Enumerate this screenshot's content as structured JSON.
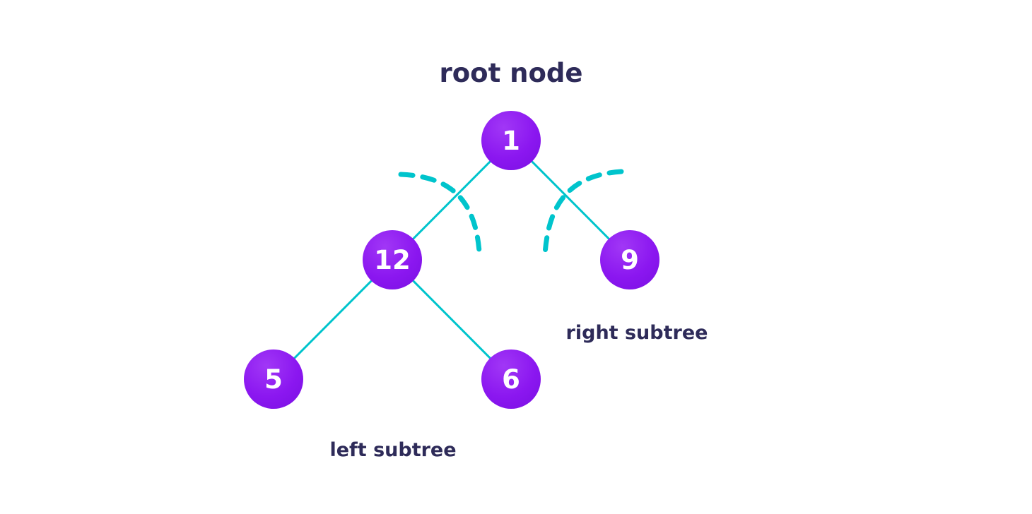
{
  "diagram": {
    "title": "root node",
    "labels": {
      "left_subtree": "left subtree",
      "right_subtree": "right subtree"
    },
    "tree": {
      "nodes": [
        {
          "id": "root",
          "value": "1"
        },
        {
          "id": "left-child",
          "value": "12"
        },
        {
          "id": "right-child",
          "value": "9"
        },
        {
          "id": "left-left-leaf",
          "value": "5"
        },
        {
          "id": "left-right-leaf",
          "value": "6"
        }
      ],
      "edges": [
        {
          "from": "1",
          "to": "12"
        },
        {
          "from": "1",
          "to": "9"
        },
        {
          "from": "12",
          "to": "5"
        },
        {
          "from": "12",
          "to": "6"
        }
      ]
    },
    "colors": {
      "node_fill": "#8b17f0",
      "edge_line": "#00c4cc",
      "divider_dashed": "#00c4cc",
      "label_text": "#2e2b59",
      "node_text": "#ffffff",
      "background": "#ffffff"
    }
  }
}
